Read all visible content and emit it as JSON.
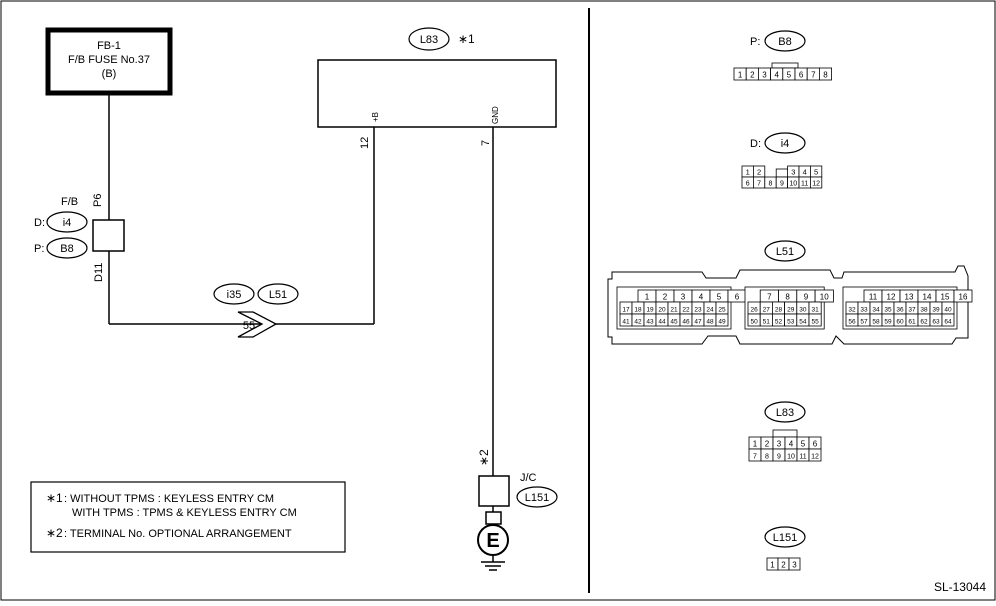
{
  "fuse_box": {
    "line1": "FB-1",
    "line2": "F/B FUSE No.37",
    "line3": "(B)"
  },
  "fb_connector": {
    "label": "F/B",
    "d_prefix": "D:",
    "d_name": "i4",
    "p_prefix": "P:",
    "p_name": "B8",
    "pin_top": "P6",
    "pin_bottom": "D11"
  },
  "joint": {
    "conn1": "i35",
    "conn2": "L51",
    "pin": "55"
  },
  "module": {
    "name": "L83",
    "note": "∗1",
    "pin_b_label": "+B",
    "pin_b_no": "12",
    "pin_gnd_label": "GND",
    "pin_gnd_no": "7"
  },
  "ground": {
    "note": "∗2",
    "jc_label": "J/C",
    "jc_name": "L151",
    "symbol": "E"
  },
  "notes": {
    "n1_mark": "∗1",
    "n1_line1": ": WITHOUT TPMS : KEYLESS ENTRY CM",
    "n1_line2": "WITH TPMS : TPMS & KEYLESS ENTRY CM",
    "n2_mark": "∗2",
    "n2_line": ": TERMINAL No. OPTIONAL ARRANGEMENT"
  },
  "connectors": {
    "b8": {
      "prefix": "P:",
      "name": "B8",
      "pins": [
        "1",
        "2",
        "3",
        "4",
        "5",
        "6",
        "7",
        "8"
      ]
    },
    "i4": {
      "prefix": "D:",
      "name": "i4",
      "top": [
        "1",
        "2",
        "",
        "3",
        "4",
        "5"
      ],
      "bottom": [
        "6",
        "7",
        "8",
        "9",
        "10",
        "11",
        "12"
      ]
    },
    "l51": {
      "name": "L51",
      "g1": [
        [
          "1",
          "2",
          "3",
          "4",
          "5",
          "6"
        ],
        [
          "17",
          "18",
          "19",
          "20",
          "21",
          "22",
          "23",
          "24",
          "25"
        ],
        [
          "41",
          "42",
          "43",
          "44",
          "45",
          "46",
          "47",
          "48",
          "49"
        ]
      ],
      "g2": [
        [
          "7",
          "8",
          "9",
          "10"
        ],
        [
          "26",
          "27",
          "28",
          "29",
          "30",
          "31"
        ],
        [
          "50",
          "51",
          "52",
          "53",
          "54",
          "55"
        ]
      ],
      "g3": [
        [
          "11",
          "12",
          "13",
          "14",
          "15",
          "16"
        ],
        [
          "32",
          "33",
          "34",
          "35",
          "36",
          "37",
          "38",
          "39",
          "40"
        ],
        [
          "56",
          "57",
          "58",
          "59",
          "60",
          "61",
          "62",
          "63",
          "64"
        ]
      ]
    },
    "l83": {
      "name": "L83",
      "top": [
        "1",
        "2",
        "3",
        "4",
        "5",
        "6"
      ],
      "bottom": [
        "7",
        "8",
        "9",
        "10",
        "11",
        "12"
      ]
    },
    "l151": {
      "name": "L151",
      "pins": [
        "1",
        "2",
        "3"
      ]
    }
  },
  "code": "SL-13044"
}
